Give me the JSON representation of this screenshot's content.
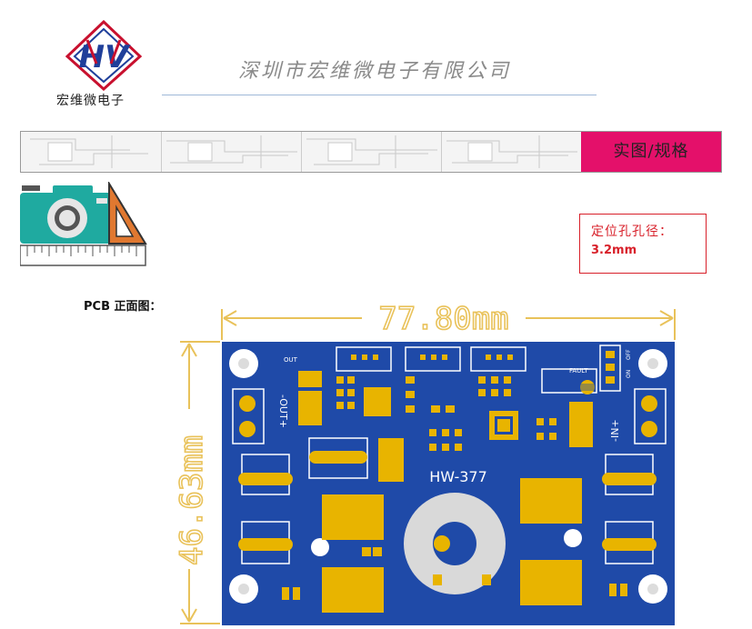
{
  "header": {
    "logo_letters": "HV",
    "logo_caption": "宏维微电子",
    "company_name": "深圳市宏维微电子有限公司"
  },
  "banner": {
    "tab_label": "实图/规格"
  },
  "icons": [
    "camera-icon",
    "set-square-icon",
    "ruler-icon"
  ],
  "spec": {
    "label": "定位孔孔径：",
    "value": "3.2mm"
  },
  "pcb": {
    "section_label": "PCB 正面图：",
    "board_model": "HW-377",
    "width_label": "77.80mm",
    "height_label": "46.63mm",
    "silkscreen_out": "OUT",
    "silkscreen_out_pins": "-OUT+",
    "silkscreen_in_pins": "-IN+",
    "silkscreen_fault": "FAULT",
    "silkscreen_on": "ON",
    "silkscreen_off": "OFF",
    "board_color": "#1f4aa8",
    "pad_color": "#e8b400",
    "dimension_color": "#e9c25a"
  },
  "colors": {
    "accent_tab": "#e4106a",
    "spec_red": "#d8202a",
    "header_gray": "#8a8a8a"
  }
}
